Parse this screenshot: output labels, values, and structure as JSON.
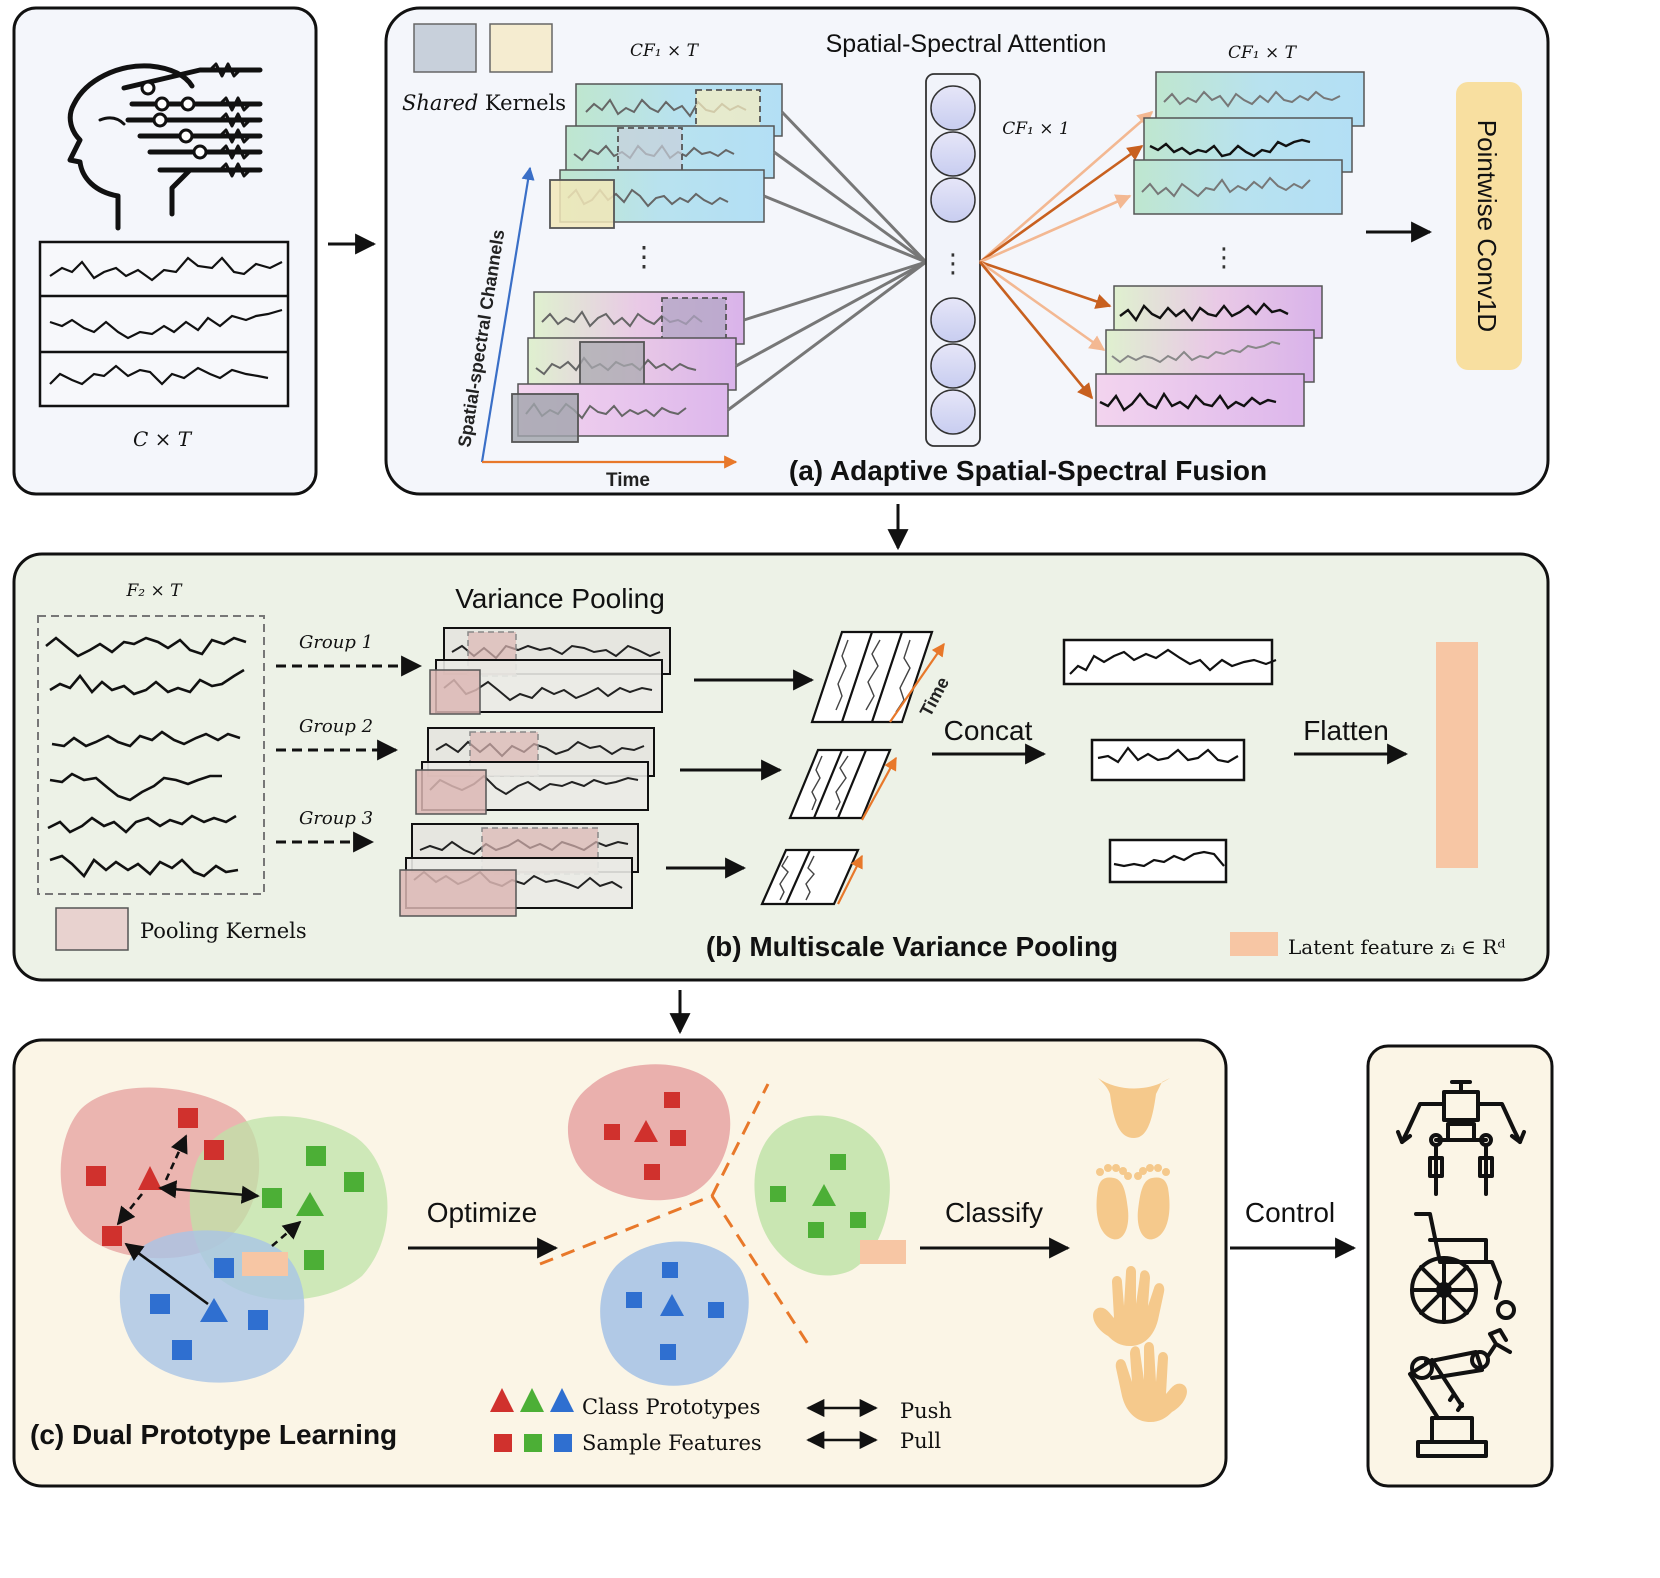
{
  "input": {
    "dims": "C × T"
  },
  "assf": {
    "shared_kernels_italic": "Shared",
    "shared_kernels_rest": " Kernels",
    "dims_in": "CF₁ × T",
    "dims_out": "CF₁ × T",
    "attention_title": "Spatial-Spectral Attention",
    "attention_dims": "CF₁ × 1",
    "axis_y": "Spatial-spectral Channels",
    "axis_x": "Time",
    "pointwise": "Pointwise Conv1D",
    "caption": "(a) Adaptive Spatial-Spectral Fusion"
  },
  "mvp": {
    "dims": "F₂ × T",
    "variance_title": "Variance  Pooling",
    "groups": [
      "Group 1",
      "Group 2",
      "Group 3"
    ],
    "time_label": "Time",
    "concat": "Concat",
    "flatten": "Flatten",
    "pooling_kernels": "Pooling Kernels",
    "latent_feature": "Latent feature zᵢ ∈ Rᵈ",
    "caption": "(b) Multiscale Variance Pooling"
  },
  "dpl": {
    "optimize": "Optimize",
    "classify": "Classify",
    "control": "Control",
    "class_prototypes": "Class Prototypes",
    "sample_features": "Sample Features",
    "push": "Push",
    "pull": "Pull",
    "caption": "(c) Dual Prototype Learning"
  },
  "colors": {
    "panel_a_bg": "#f4f6fb",
    "panel_b_bg": "#edf2e7",
    "panel_c_bg": "#fbf5e6",
    "red": "#d0312d",
    "green": "#4caf36",
    "blue": "#2f6fd0",
    "orange": "#e8782a",
    "latent": "#f7c6a4",
    "pointwise": "#f8dfa0"
  },
  "icons": [
    "head-circuit-icon",
    "foot-icon",
    "hand-icon",
    "robot-icon",
    "wheelchair-icon",
    "robot-arm-icon"
  ]
}
